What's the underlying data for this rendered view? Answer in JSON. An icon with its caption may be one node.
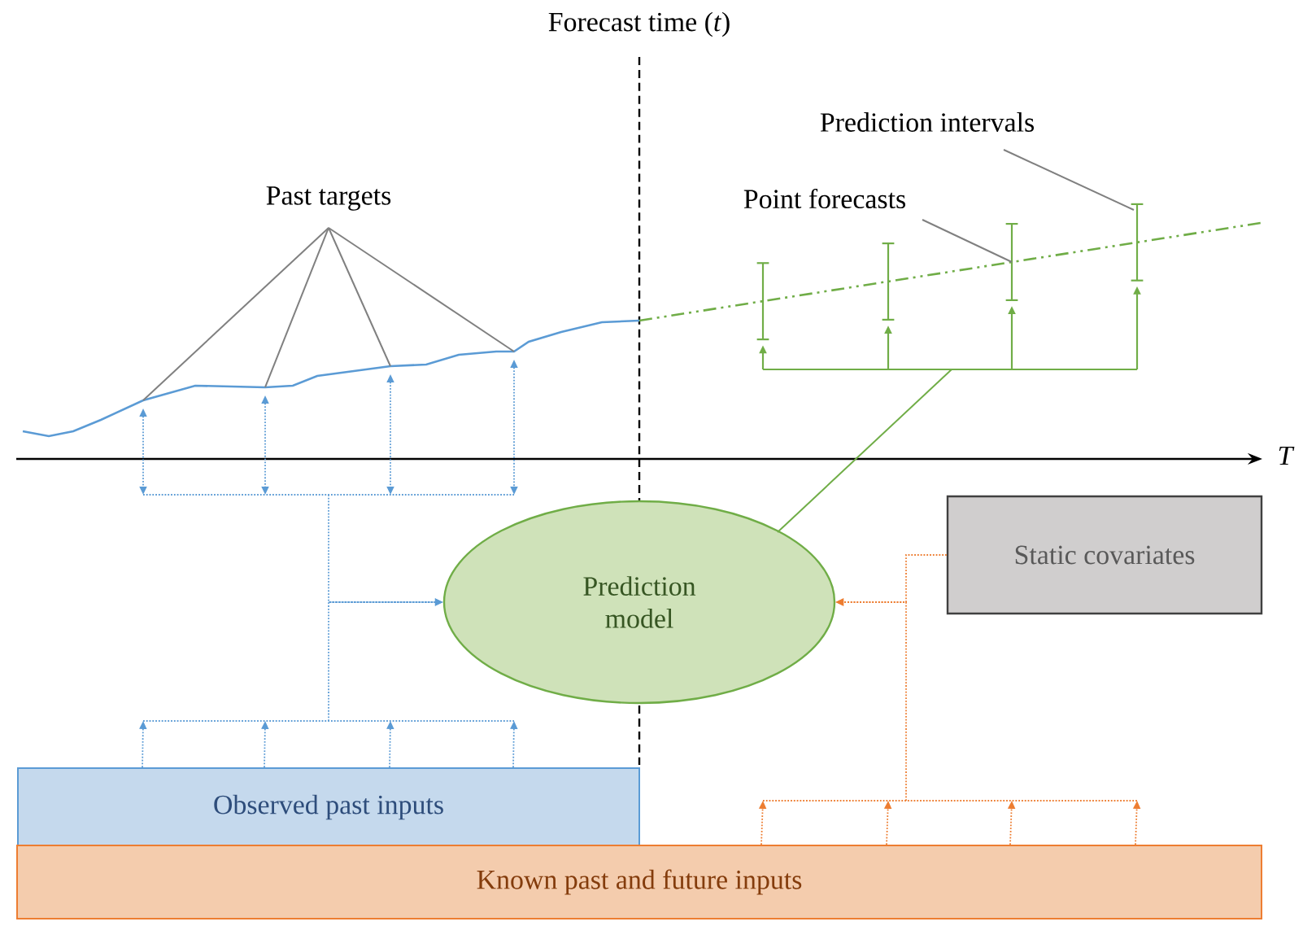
{
  "diagram": {
    "nodes": [
      {
        "text": [
          "Past targets"
        ]
      },
      {
        "text": [
          "Prediction intervals"
        ]
      },
      {
        "text": [
          "Point forecasts"
        ]
      },
      {
        "text": [
          "Prediction model"
        ]
      },
      {
        "text": [
          "Static covariates"
        ]
      },
      {
        "text": [
          "Observed past inputs"
        ]
      },
      {
        "text": [
          "Known past and future inputs"
        ]
      }
    ],
    "edges": [
      {
        "from": 0,
        "to": null,
        "arrow": "none"
      },
      {
        "from": 0,
        "to": null,
        "arrow": "none"
      },
      {
        "from": 0,
        "to": null,
        "arrow": "none"
      },
      {
        "from": 0,
        "to": null,
        "arrow": "none"
      },
      {
        "from": 1,
        "to": null,
        "arrow": "none"
      },
      {
        "from": 2,
        "to": null,
        "arrow": "none"
      },
      {
        "from": null,
        "to": 3,
        "arrow": "to",
        "style": "dashed",
        "color": "#5b9bd5"
      },
      {
        "from": 5,
        "to": 3,
        "arrow": "to",
        "style": "dashed",
        "color": "#5b9bd5"
      },
      {
        "from": 4,
        "to": 3,
        "arrow": "to",
        "style": "dashed",
        "color": "#ed7d31"
      },
      {
        "from": 6,
        "to": 3,
        "arrow": "to",
        "style": "dashed",
        "color": "#ed7d31"
      },
      {
        "from": 3,
        "to": null,
        "arrow": "none",
        "color": "#70ad47"
      },
      {
        "from": 5,
        "to": null,
        "arrow": "to",
        "style": "dashed",
        "color": "#5b9bd5"
      },
      {
        "from": 5,
        "to": null,
        "arrow": "to",
        "style": "dashed",
        "color": "#5b9bd5"
      },
      {
        "from": 5,
        "to": null,
        "arrow": "to",
        "style": "dashed",
        "color": "#5b9bd5"
      },
      {
        "from": 5,
        "to": null,
        "arrow": "to",
        "style": "dashed",
        "color": "#5b9bd5"
      },
      {
        "from": 6,
        "to": null,
        "arrow": "to",
        "style": "dashed",
        "color": "#ed7d31"
      },
      {
        "from": 6,
        "to": null,
        "arrow": "to",
        "style": "dashed",
        "color": "#ed7d31"
      },
      {
        "from": 6,
        "to": null,
        "arrow": "to",
        "style": "dashed",
        "color": "#ed7d31"
      },
      {
        "from": 6,
        "to": null,
        "arrow": "to",
        "style": "dashed",
        "color": "#ed7d31"
      }
    ],
    "labels": [
      "Forecast time (*t*)",
      "T"
    ]
  }
}
